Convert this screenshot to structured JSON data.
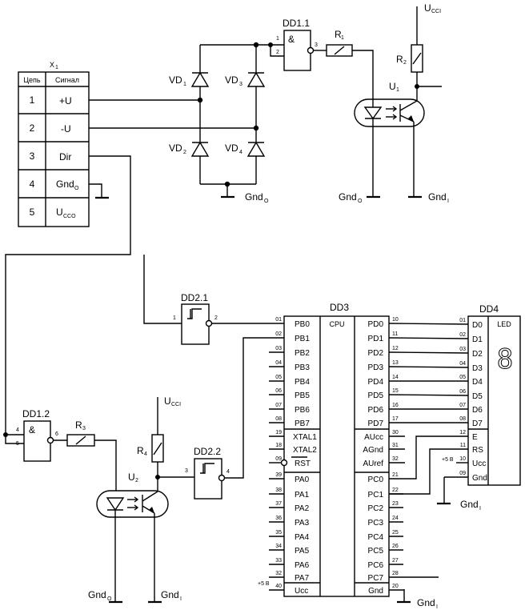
{
  "connector": {
    "name": "X",
    "name_sub": "1",
    "col_headers": [
      "Цепь",
      "Сигнал"
    ],
    "rows": [
      {
        "num": "1",
        "signal": "+U",
        "sub": ""
      },
      {
        "num": "2",
        "signal": "-U",
        "sub": ""
      },
      {
        "num": "3",
        "signal": "Dir",
        "sub": ""
      },
      {
        "num": "4",
        "signal": "Gnd",
        "sub": "O"
      },
      {
        "num": "5",
        "signal": "U",
        "sub": "CCO"
      }
    ]
  },
  "bridge": {
    "diodes": [
      {
        "label": "VD",
        "sub": "1"
      },
      {
        "label": "VD",
        "sub": "3"
      },
      {
        "label": "VD",
        "sub": "2"
      },
      {
        "label": "VD",
        "sub": "4"
      }
    ],
    "gnd_label": "Gnd",
    "gnd_sub": "O"
  },
  "dd11": {
    "label": "DD1.1",
    "symbol": "&",
    "pins": [
      "1",
      "2",
      "3"
    ]
  },
  "r1": {
    "label": "R",
    "sub": "1"
  },
  "r2": {
    "label": "R",
    "sub": "2"
  },
  "ucci": {
    "label": "U",
    "sub": "CCI"
  },
  "u1": {
    "label": "U",
    "sub": "1",
    "gnd_left": "Gnd",
    "gnd_left_sub": "O",
    "gnd_right": "Gnd",
    "gnd_right_sub": "I"
  },
  "dd21": {
    "label": "DD2.1",
    "pins": [
      "1",
      "2"
    ]
  },
  "dd12": {
    "label": "DD1.2",
    "symbol": "&",
    "pins": [
      "4",
      "5",
      "6"
    ]
  },
  "r3": {
    "label": "R",
    "sub": "3"
  },
  "r4": {
    "label": "R",
    "sub": "4"
  },
  "dd22": {
    "label": "DD2.2",
    "pins": [
      "3",
      "4"
    ]
  },
  "u2": {
    "label": "U",
    "sub": "2",
    "gnd_left": "Gnd",
    "gnd_left_sub": "O",
    "gnd_right": "Gnd",
    "gnd_right_sub": "I"
  },
  "ucci2": {
    "label": "U",
    "sub": "CCI"
  },
  "dd3": {
    "label": "DD3",
    "core": "CPU",
    "left_pins": [
      {
        "num": "01",
        "name": "PB0"
      },
      {
        "num": "02",
        "name": "PB1"
      },
      {
        "num": "03",
        "name": "PB2"
      },
      {
        "num": "04",
        "name": "PB3"
      },
      {
        "num": "05",
        "name": "PB4"
      },
      {
        "num": "06",
        "name": "PB5"
      },
      {
        "num": "07",
        "name": "PB6"
      },
      {
        "num": "08",
        "name": "PB7"
      },
      {
        "num": "19",
        "name": "XTAL1"
      },
      {
        "num": "18",
        "name": "XTAL2"
      },
      {
        "num": "09",
        "name": "RST"
      },
      {
        "num": "39",
        "name": "PA0"
      },
      {
        "num": "38",
        "name": "PA1"
      },
      {
        "num": "37",
        "name": "PA2"
      },
      {
        "num": "36",
        "name": "PA3"
      },
      {
        "num": "35",
        "name": "PA4"
      },
      {
        "num": "34",
        "name": "PA5"
      },
      {
        "num": "33",
        "name": "PA6"
      },
      {
        "num": "32",
        "name": "PA7"
      },
      {
        "num": "40",
        "name": "Ucc"
      }
    ],
    "right_pins": [
      {
        "num": "10",
        "name": "PD0"
      },
      {
        "num": "11",
        "name": "PD1"
      },
      {
        "num": "12",
        "name": "PD2"
      },
      {
        "num": "13",
        "name": "PD3"
      },
      {
        "num": "14",
        "name": "PD4"
      },
      {
        "num": "15",
        "name": "PD5"
      },
      {
        "num": "16",
        "name": "PD6"
      },
      {
        "num": "17",
        "name": "PD7"
      },
      {
        "num": "30",
        "name": "AUcc"
      },
      {
        "num": "31",
        "name": "AGnd"
      },
      {
        "num": "32",
        "name": "AUref"
      },
      {
        "num": "21",
        "name": "PC0"
      },
      {
        "num": "22",
        "name": "PC1"
      },
      {
        "num": "23",
        "name": "PC2"
      },
      {
        "num": "24",
        "name": "PC3"
      },
      {
        "num": "25",
        "name": "PC4"
      },
      {
        "num": "26",
        "name": "PC5"
      },
      {
        "num": "27",
        "name": "PC6"
      },
      {
        "num": "28",
        "name": "PC7"
      },
      {
        "num": "20",
        "name": "Gnd"
      }
    ],
    "ucc_note": "+5 В",
    "gnd_label": "Gnd",
    "gnd_sub": "I"
  },
  "dd4": {
    "label": "DD4",
    "core": "LED",
    "digit": "8",
    "pins": [
      {
        "num": "01",
        "name": "D0"
      },
      {
        "num": "02",
        "name": "D1"
      },
      {
        "num": "03",
        "name": "D2"
      },
      {
        "num": "04",
        "name": "D3"
      },
      {
        "num": "05",
        "name": "D4"
      },
      {
        "num": "06",
        "name": "D5"
      },
      {
        "num": "07",
        "name": "D6"
      },
      {
        "num": "08",
        "name": "D7"
      },
      {
        "num": "12",
        "name": "E"
      },
      {
        "num": "11",
        "name": "RS"
      },
      {
        "num": "10",
        "name": "Ucc"
      },
      {
        "num": "09",
        "name": "Gnd"
      }
    ],
    "ucc_note": "+5 В",
    "gnd_label": "Gnd",
    "gnd_sub": "I"
  }
}
